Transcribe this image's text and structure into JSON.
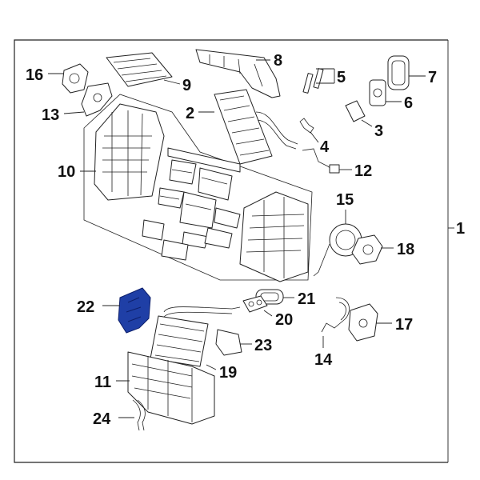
{
  "diagram": {
    "highlight_color": "#1f3fa6",
    "callouts": [
      {
        "id": "c1",
        "label": "1"
      },
      {
        "id": "c2",
        "label": "2"
      },
      {
        "id": "c3",
        "label": "3"
      },
      {
        "id": "c4",
        "label": "4"
      },
      {
        "id": "c5",
        "label": "5"
      },
      {
        "id": "c6",
        "label": "6"
      },
      {
        "id": "c7",
        "label": "7"
      },
      {
        "id": "c8",
        "label": "8"
      },
      {
        "id": "c9",
        "label": "9"
      },
      {
        "id": "c10",
        "label": "10"
      },
      {
        "id": "c11",
        "label": "11"
      },
      {
        "id": "c12",
        "label": "12"
      },
      {
        "id": "c13",
        "label": "13"
      },
      {
        "id": "c14",
        "label": "14"
      },
      {
        "id": "c15",
        "label": "15"
      },
      {
        "id": "c16",
        "label": "16"
      },
      {
        "id": "c17",
        "label": "17"
      },
      {
        "id": "c18",
        "label": "18"
      },
      {
        "id": "c19",
        "label": "19"
      },
      {
        "id": "c20",
        "label": "20"
      },
      {
        "id": "c21",
        "label": "21"
      },
      {
        "id": "c22",
        "label": "22"
      },
      {
        "id": "c23",
        "label": "23"
      },
      {
        "id": "c24",
        "label": "24"
      }
    ]
  }
}
